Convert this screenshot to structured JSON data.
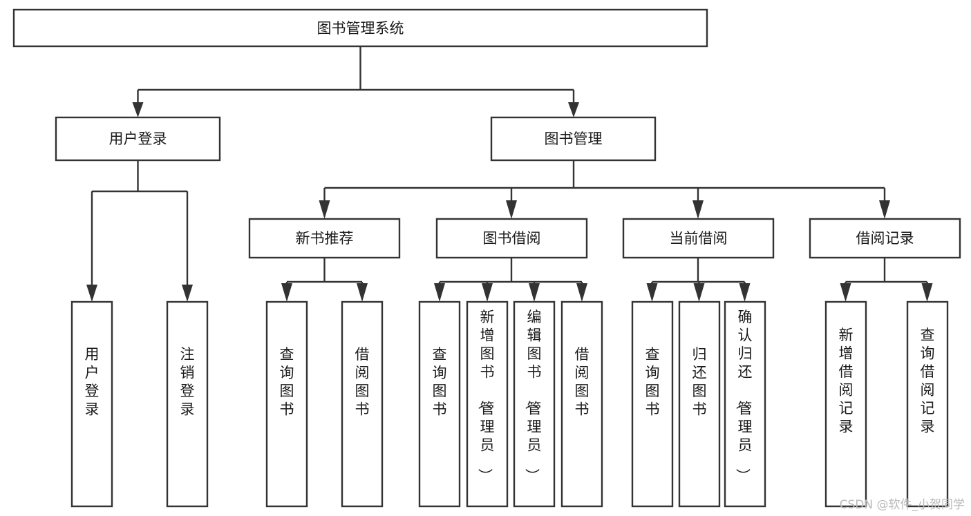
{
  "diagram": {
    "type": "tree-hierarchy",
    "orientation": "top-down",
    "root": {
      "id": "system",
      "label": "图书管理系统"
    },
    "level2": [
      {
        "id": "user-login",
        "label": "用户登录"
      },
      {
        "id": "book-manage",
        "label": "图书管理"
      }
    ],
    "level3": [
      {
        "id": "new-book-recommend",
        "label": "新书推荐",
        "parent": "book-manage"
      },
      {
        "id": "book-borrow",
        "label": "图书借阅",
        "parent": "book-manage"
      },
      {
        "id": "current-borrow",
        "label": "当前借阅",
        "parent": "book-manage"
      },
      {
        "id": "borrow-record",
        "label": "借阅记录",
        "parent": "book-manage"
      }
    ],
    "leaves": {
      "user-login": [
        {
          "id": "leaf-user-login",
          "label": "用户登录"
        },
        {
          "id": "leaf-user-logout",
          "label": "注销登录"
        }
      ],
      "new-book-recommend": [
        {
          "id": "leaf-query-book-1",
          "label": "查询图书"
        },
        {
          "id": "leaf-borrow-book-1",
          "label": "借阅图书"
        }
      ],
      "book-borrow": [
        {
          "id": "leaf-query-book-2",
          "label": "查询图书"
        },
        {
          "id": "leaf-add-book",
          "label": "新增图书（管理员）"
        },
        {
          "id": "leaf-edit-book",
          "label": "编辑图书（管理员）"
        },
        {
          "id": "leaf-borrow-book-2",
          "label": "借阅图书"
        }
      ],
      "current-borrow": [
        {
          "id": "leaf-query-book-3",
          "label": "查询图书"
        },
        {
          "id": "leaf-return-book",
          "label": "归还图书"
        },
        {
          "id": "leaf-confirm-return",
          "label": "确认归还（管理员）"
        }
      ],
      "borrow-record": [
        {
          "id": "leaf-add-record",
          "label": "新增借阅记录"
        },
        {
          "id": "leaf-query-record",
          "label": "查询借阅记录"
        }
      ]
    }
  },
  "watermark": {
    "text": "CSDN @软件_小贺同学"
  },
  "colors": {
    "stroke": "#333333",
    "node_fill": "#ffffff",
    "text": "#1a1a1a",
    "watermark": "#b9b9b9",
    "background": "#ffffff"
  }
}
